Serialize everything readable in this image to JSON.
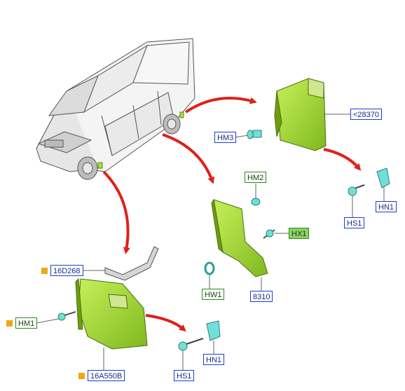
{
  "labels": {
    "l28370": "<28370",
    "hm3": "HM3",
    "hn1_top": "HN1",
    "hs1_top": "HS1",
    "hm2": "HM2",
    "hx1": "HX1",
    "hw1": "HW1",
    "p8310": "8310",
    "p16d268": "16D268",
    "hm1": "HM1",
    "p16a550b": "16A550B",
    "hs1_bottom": "HS1",
    "hn1_bottom": "HN1"
  },
  "colors": {
    "label_blue": "#1d3fc4",
    "label_green": "#2d8a1e",
    "part_green": "#a8e03a",
    "arrow_red": "#e0201b",
    "fastener_cyan": "#6fe0d8",
    "marker_orange": "#f3a70f"
  }
}
